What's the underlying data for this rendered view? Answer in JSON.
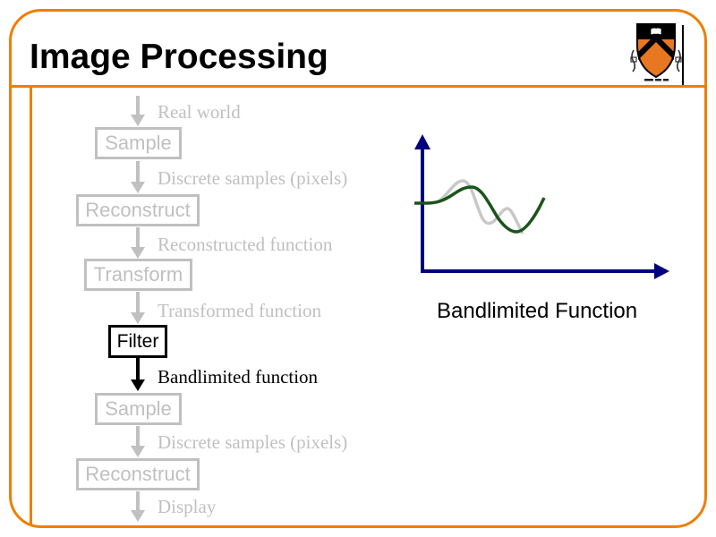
{
  "slide": {
    "title": "Image Processing"
  },
  "colors": {
    "frame_orange": "#EE7F00",
    "inactive_gray": "#C0C0C0",
    "active_black": "#000000",
    "axis_navy": "#00007F",
    "curve_green_filtered": "#1B541B",
    "curve_gray_original": "#C8C8C8",
    "logo_shield_orange": "#E87722"
  },
  "logo": {
    "icon": "princeton-shield-icon"
  },
  "flowchart": {
    "boxes": [
      {
        "label": "Sample",
        "state": "inactive"
      },
      {
        "label": "Reconstruct",
        "state": "inactive"
      },
      {
        "label": "Transform",
        "state": "inactive"
      },
      {
        "label": "Filter",
        "state": "active"
      },
      {
        "label": "Sample",
        "state": "inactive"
      },
      {
        "label": "Reconstruct",
        "state": "inactive"
      }
    ],
    "arrow_labels": [
      {
        "text": "Real world",
        "state": "inactive"
      },
      {
        "text": "Discrete samples (pixels)",
        "state": "inactive"
      },
      {
        "text": "Reconstructed function",
        "state": "inactive"
      },
      {
        "text": "Transformed function",
        "state": "inactive"
      },
      {
        "text": "Bandlimited function",
        "state": "active"
      },
      {
        "text": "Discrete samples (pixels)",
        "state": "inactive"
      },
      {
        "text": "Display",
        "state": "inactive"
      }
    ]
  },
  "figure": {
    "caption": "Bandlimited Function"
  }
}
